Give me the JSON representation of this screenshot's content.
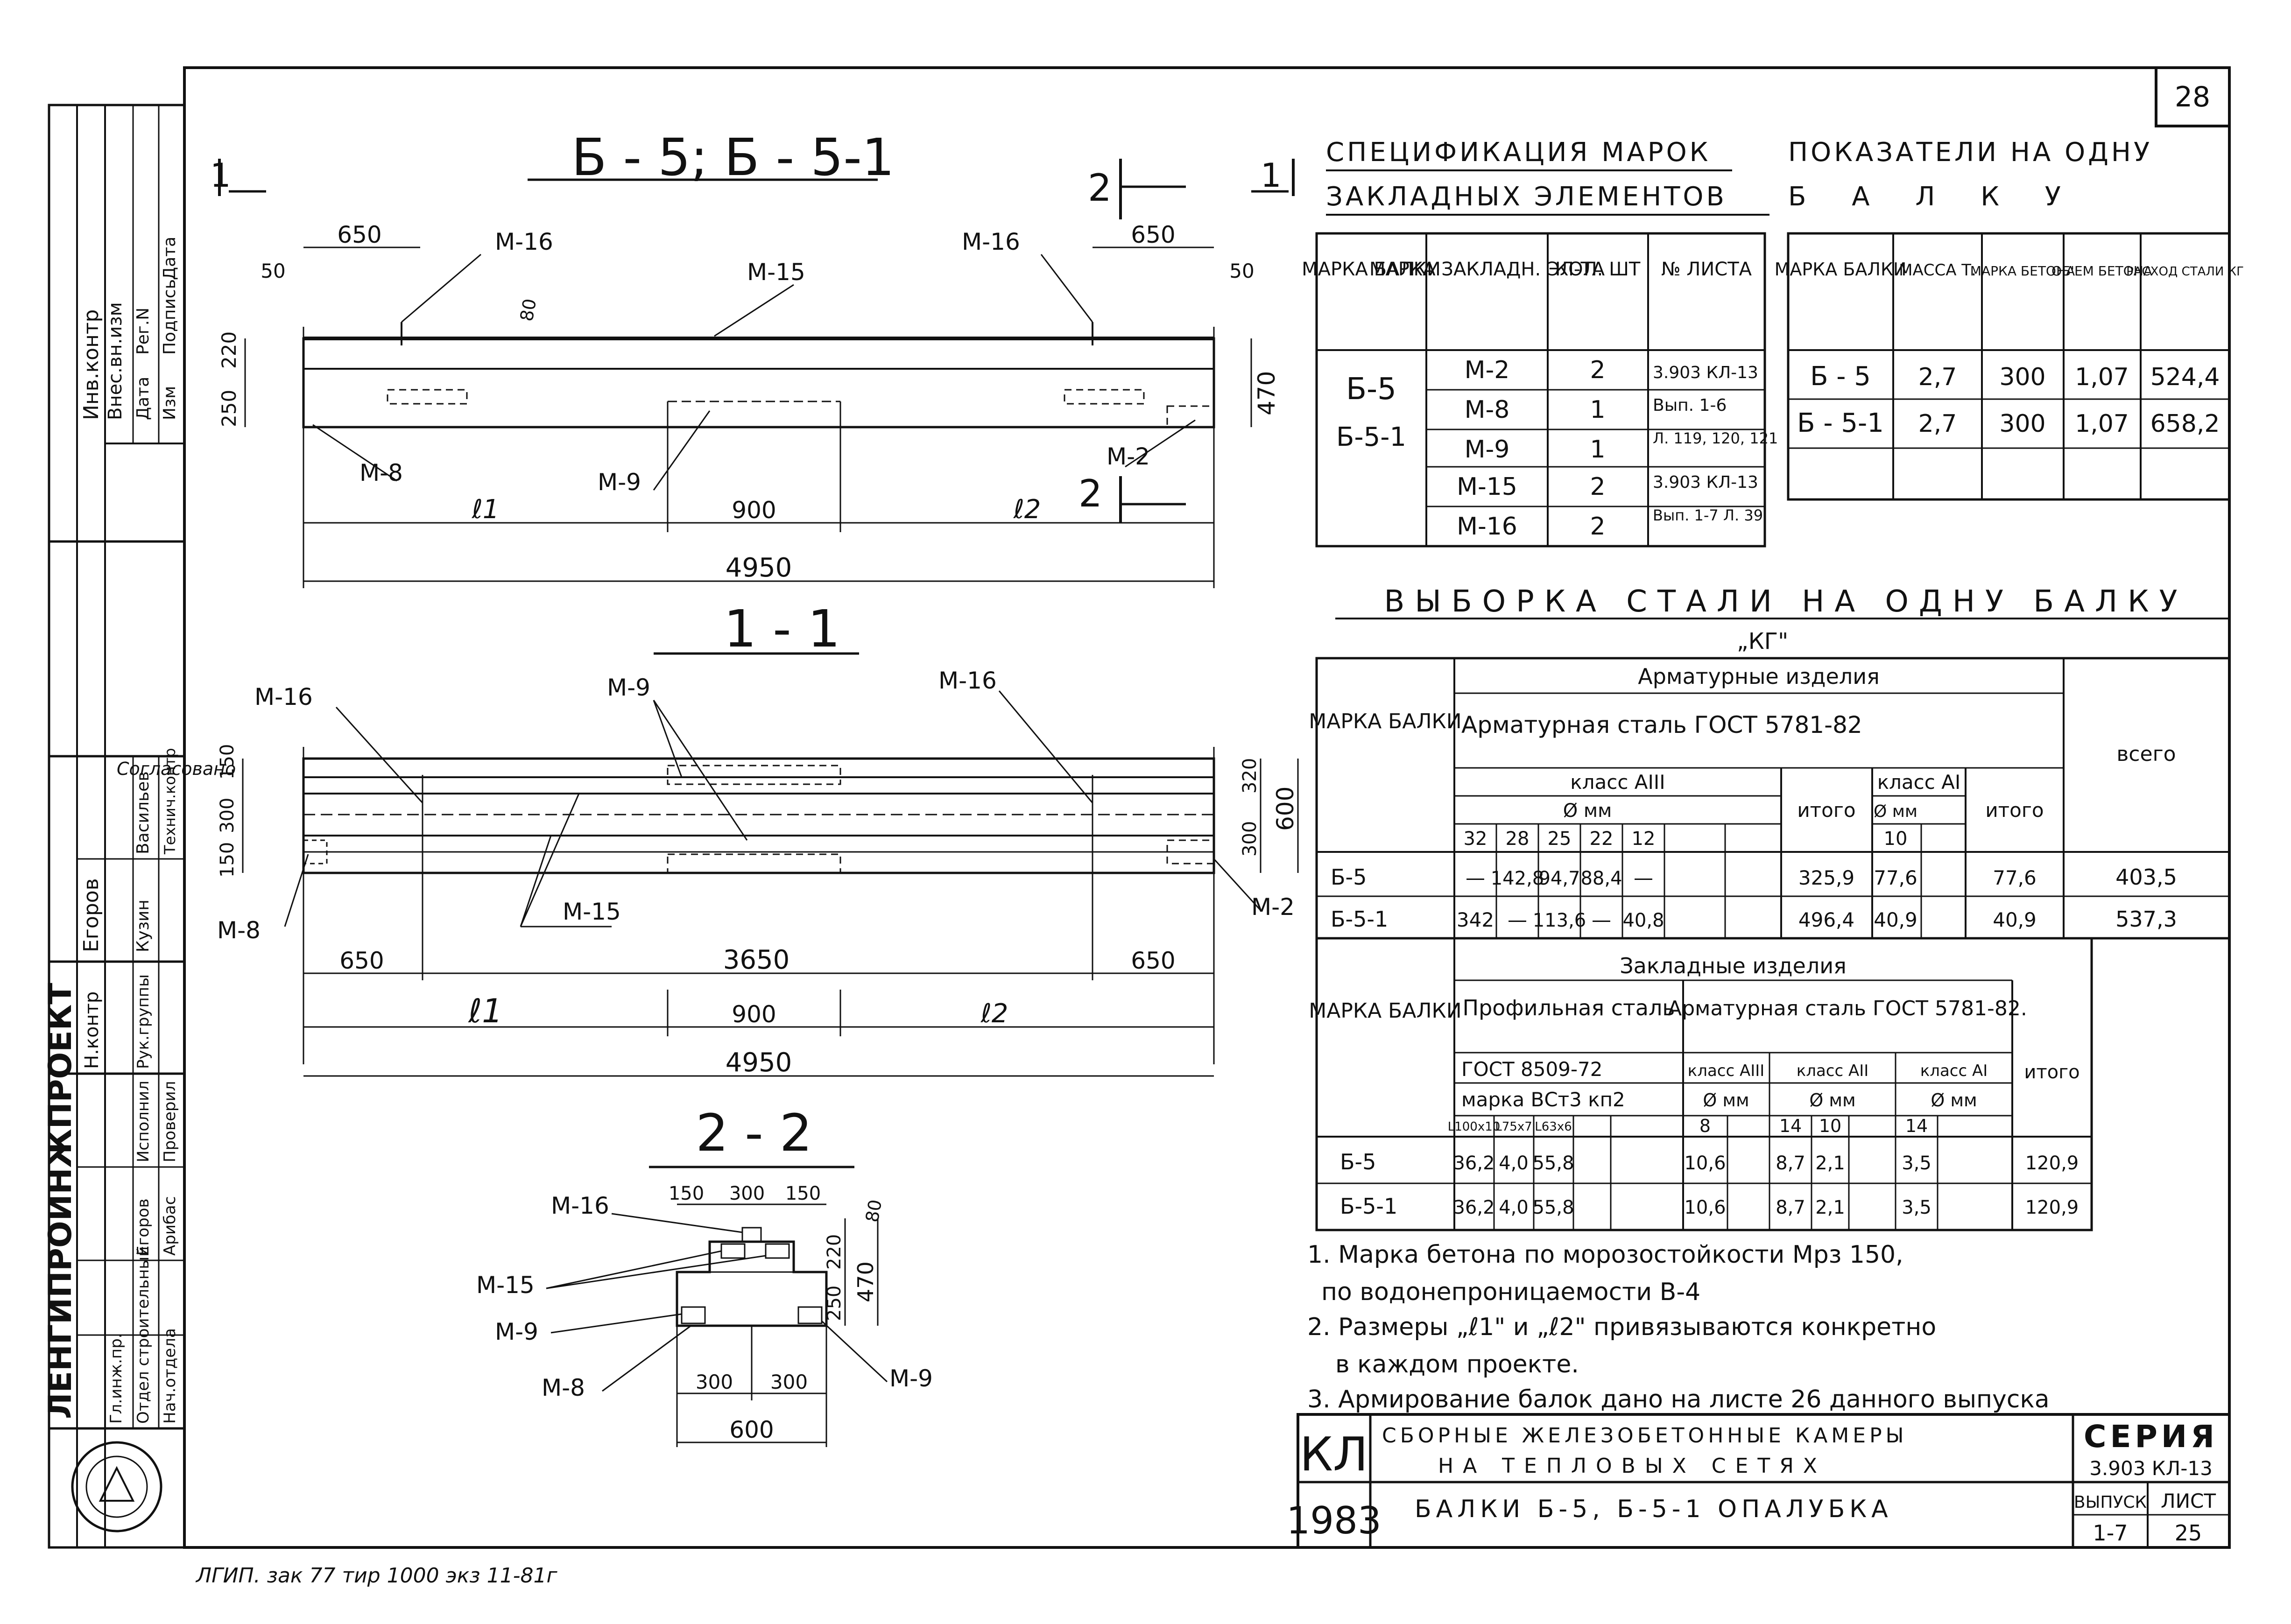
{
  "sheet_number": "28",
  "margin_block": {
    "rows": [
      "Инв.контр",
      "Внес.вн.изм",
      "Дата",
      "Рег.N",
      "Изм",
      "Подпись",
      "Дата"
    ],
    "agreed_label": "Согласовано",
    "names": [
      "Егоров",
      "Васильев",
      "Кузин",
      "Технич.контр"
    ],
    "roles": [
      "Н.контр",
      "Рук.группы",
      "Исполнил",
      "Проверил",
      "Гл.инж.пр.",
      "Отдел строительный",
      "Нач.отдела"
    ],
    "org": "ЛЕНГИПРОИНЖПРОЕКТ",
    "staff": [
      "Егоров",
      "Арибас"
    ]
  },
  "bottom_note": "ЛГИП. зак 77 тир 1000 экз 11-81г",
  "views": {
    "view_a_title": "Б - 5; Б - 5-1",
    "section_1_title": "1 - 1",
    "section_2_title": "2 - 2",
    "cut_1_label": "1",
    "cut_2_label": "2",
    "view_a": {
      "dims_top": [
        "650",
        "650",
        "50",
        "50",
        "80"
      ],
      "marks": [
        "M-16",
        "M-16",
        "M-15",
        "M-8",
        "M-9",
        "M-2"
      ],
      "side_dims": [
        "220",
        "250",
        "470"
      ],
      "bottom_dims": [
        "ℓ1",
        "900",
        "ℓ2"
      ],
      "total": "4950"
    },
    "section_1": {
      "marks": [
        "M-16",
        "M-9",
        "M-16",
        "M-15",
        "M-8",
        "M-2"
      ],
      "left_dims": [
        "150",
        "300",
        "150"
      ],
      "right_dims": [
        "320",
        "300",
        "600"
      ],
      "bottom_dims1": [
        "650",
        "3650",
        "650"
      ],
      "bottom_dims2": [
        "ℓ1",
        "900",
        "ℓ2"
      ],
      "total": "4950"
    },
    "section_2": {
      "top_dims": [
        "150",
        "300",
        "150"
      ],
      "marks": [
        "M-16",
        "M-15",
        "M-9",
        "M-8",
        "M-9"
      ],
      "side_dims": [
        "80",
        "220",
        "250",
        "470"
      ],
      "bottom_dims": [
        "300",
        "300",
        "600"
      ]
    }
  },
  "spec_table": {
    "title_line1": "СПЕЦИФИКАЦИЯ МАРОК",
    "title_line2": "ЗАКЛАДНЫХ ЭЛЕМЕНТОВ",
    "headers": [
      "МАРКА БАЛКИ",
      "МАРКА ЗАКЛАДН. ЭЛ-ТА",
      "КОЛ. ШТ",
      "№ ЛИСТА"
    ],
    "beam_marks": [
      "Б-5",
      "Б-5-1"
    ],
    "rows": [
      {
        "el": "М-2",
        "qty": "2",
        "sheet": "3.903 КЛ-13"
      },
      {
        "el": "М-8",
        "qty": "1",
        "sheet": "Вып. 1-6"
      },
      {
        "el": "М-9",
        "qty": "1",
        "sheet": "Л. 119, 120, 121"
      },
      {
        "el": "М-15",
        "qty": "2",
        "sheet": "3.903 КЛ-13"
      },
      {
        "el": "М-16",
        "qty": "2",
        "sheet": "Вып. 1-7 Л. 39"
      }
    ]
  },
  "indicator_table": {
    "title_line1": "ПОКАЗАТЕЛИ НА ОДНУ",
    "title_line2": "Б А Л К У",
    "headers": [
      "МАРКА БАЛКИ",
      "МАССА Т.",
      "МАРКА БЕТОНА",
      "ОБ'ЕМ БЕТОНА",
      "РАСХОД СТАЛИ КГ"
    ],
    "rows": [
      [
        "Б - 5",
        "2,7",
        "300",
        "1,07",
        "524,4"
      ],
      [
        "Б - 5-1",
        "2,7",
        "300",
        "1,07",
        "658,2"
      ]
    ]
  },
  "steel_table": {
    "title": "ВЫБОРКА СТАЛИ НА ОДНУ БАЛКУ",
    "subtitle": "„КГ\"",
    "h_mark": "МАРКА БАЛКИ",
    "h_rebar": "Арматурные изделия",
    "h_rebar_steel": "Арматурная сталь ГОСТ 5781-82",
    "h_class3": "класс АIII",
    "h_class1": "класс АI",
    "h_dia": "Ø мм",
    "h_itogo": "итого",
    "h_total": "всего",
    "dias3": [
      "32",
      "28",
      "25",
      "22",
      "12"
    ],
    "dias1": [
      "10"
    ],
    "rows": [
      [
        "Б-5",
        "—",
        "142,8",
        "94,7",
        "88,4",
        "—",
        "325,9",
        "77,6",
        "77,6",
        "403,5"
      ],
      [
        "Б-5-1",
        "342",
        "—",
        "113,6",
        "—",
        "40,8",
        "496,4",
        "40,9",
        "40,9",
        "537,3"
      ]
    ],
    "h_embed": "Закладные изделия",
    "h_profile": "Профильная сталь",
    "h_profile_gost": "ГОСТ 8509-72",
    "h_profile_grade": "марка ВСт3 кп2",
    "h_rebar_steel2": "Арматурная сталь ГОСТ 5781-82.",
    "h_cls_a3": "класс АIII",
    "h_cls_a2": "класс АII",
    "h_cls_a1": "класс АI",
    "profiles": [
      "L100x10",
      "L75x7",
      "L63x6"
    ],
    "dias_embed": [
      "8",
      "14",
      "10",
      "14"
    ],
    "rows2": [
      [
        "Б-5",
        "36,2",
        "4,0",
        "55,8",
        "10,6",
        "8,7",
        "2,1",
        "3,5",
        "120,9"
      ],
      [
        "Б-5-1",
        "36,2",
        "4,0",
        "55,8",
        "10,6",
        "8,7",
        "2,1",
        "3,5",
        "120,9"
      ]
    ]
  },
  "notes": [
    "1. Марка бетона по морозостойкости Мрз 150,",
    "по водонепроницаемости В-4",
    "2. Размеры „ℓ1\" и „ℓ2\" привязываются конкретно",
    "в каждом проекте.",
    "3. Армирование балок дано на листе 26 данного выпуска"
  ],
  "title_block": {
    "code": "КЛ",
    "year": "1983",
    "title1": "СБОРНЫЕ ЖЕЛЕЗОБЕТОННЫЕ КАМЕРЫ",
    "title2": "НА ТЕПЛОВЫХ СЕТЯХ",
    "title3": "БАЛКИ Б-5, Б-5-1 ОПАЛУБКА",
    "series_label": "СЕРИЯ",
    "series": "3.903 КЛ-13",
    "issue_label": "ВЫПУСК",
    "issue": "1-7",
    "sheet_label": "ЛИСТ",
    "sheet": "25"
  }
}
